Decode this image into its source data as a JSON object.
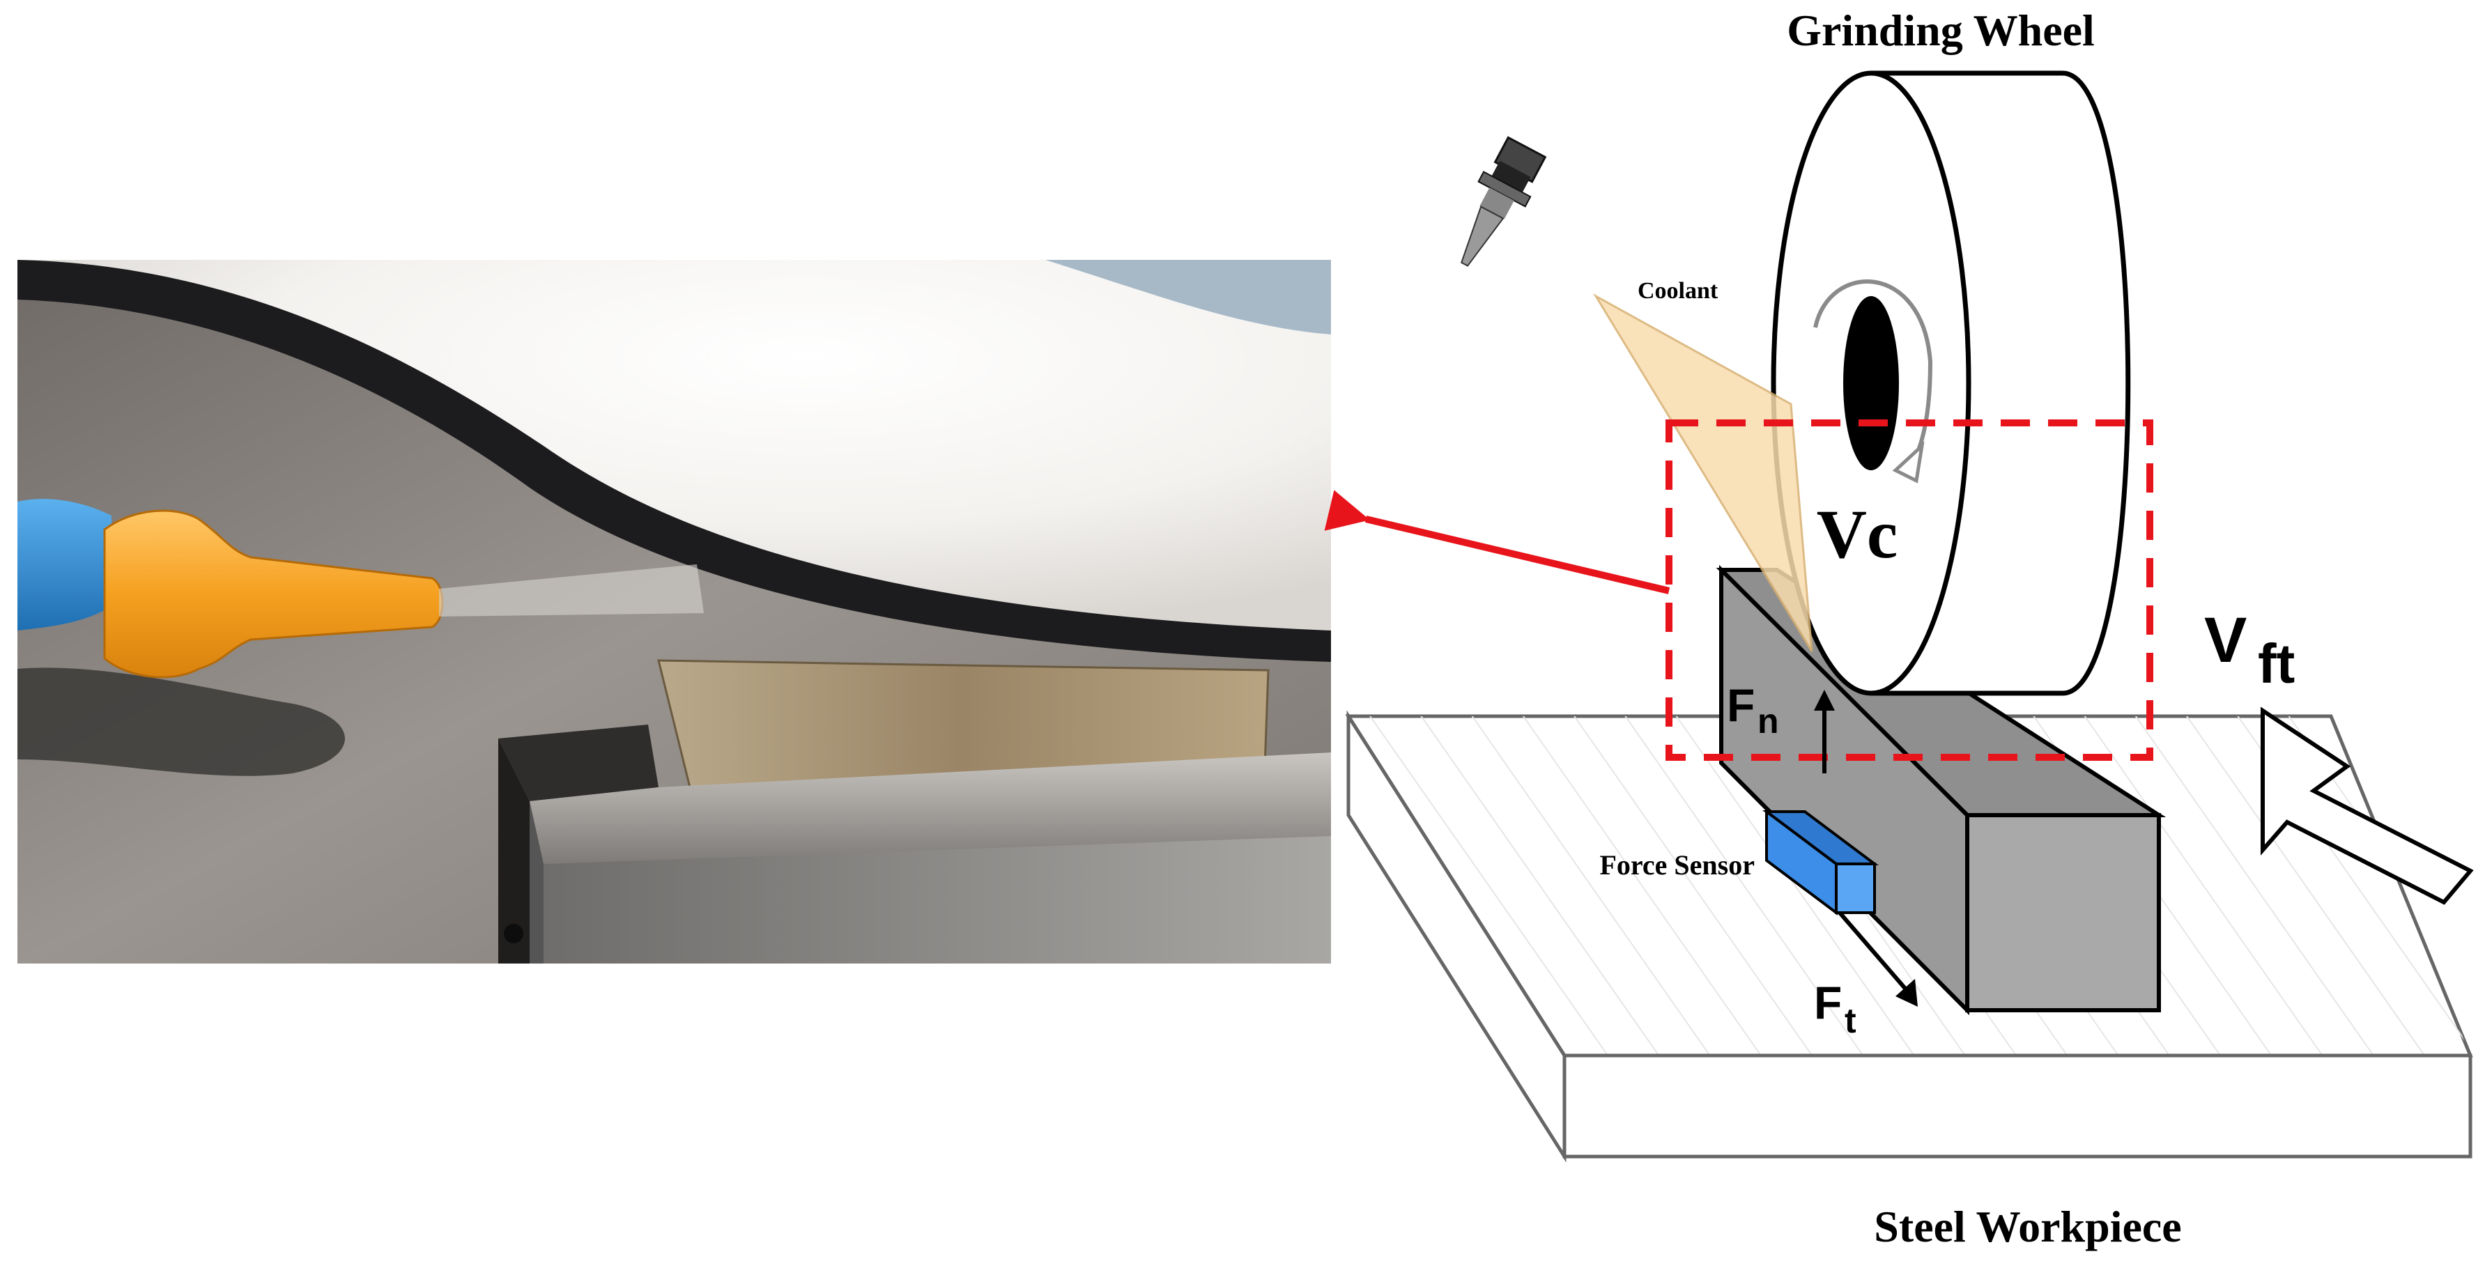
{
  "labels": {
    "title": "Grinding Wheel",
    "coolant": "Coolant",
    "vc": "Vc",
    "vft_main": "V",
    "vft_sub": "ft",
    "fn_main": "F",
    "fn_sub": "n",
    "ft_main": "F",
    "ft_sub": "t",
    "force_sensor": "Force Sensor",
    "workpiece": "Steel Workpiece"
  },
  "colors": {
    "highlight_box": "#e8141c",
    "pointer_arrow": "#e8141c",
    "coolant_spray": "#f8dcae",
    "force_sensor": "#3c8ee8",
    "block": "#a9a9a9",
    "outline": "#000000",
    "nozzle_photo": "#f5a623",
    "nozzle_hose": "#2e8bd6"
  },
  "icons": {
    "nozzle": "coolant-nozzle-icon",
    "rotation": "rotation-arrow-icon",
    "feed": "feed-direction-arrow-icon"
  }
}
